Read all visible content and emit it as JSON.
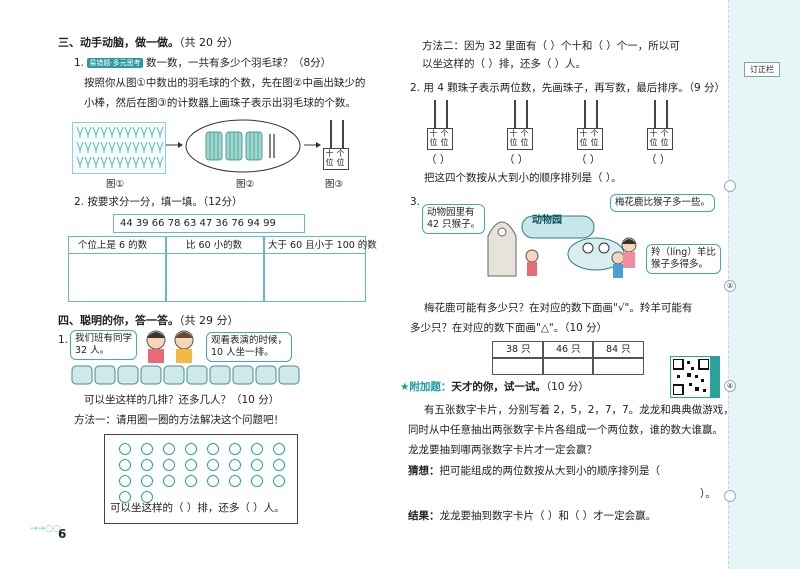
{
  "left": {
    "sec3_title": "三、动手动脑，做一做。",
    "sec3_score": "（共 20 分）",
    "q1_badge": "易错题·多元思考",
    "q1_num": "1.",
    "q1_text": "数一数，一共有多少个羽毛球？（8分）",
    "q1_desc1": "按照你从图①中数出的羽毛球的个数，先在图②中画出缺少的",
    "q1_desc2": "小棒，然后在图③的计数器上画珠子表示出羽毛球的个数。",
    "fig1": "图①",
    "fig2": "图②",
    "fig3": "图③",
    "abacus_tens": "十位",
    "abacus_ones": "个位",
    "q2_num": "2.",
    "q2_text": "按要求分一分，填一填。（12分）",
    "numbers": "44  39  66  78  63  47  36  76  94  99",
    "cat1": "个位上是 6 的数",
    "cat2": "比 60 小的数",
    "cat3": "大于 60 且小于 100 的数",
    "sec4_title": "四、聪明的你，答一答。",
    "sec4_score": "（共 29 分）",
    "q41_num": "1.",
    "bubble1a": "我们班有同学",
    "bubble1b": "32 人。",
    "bubble2a": "观看表演的时候，",
    "bubble2b": "10 人坐一排。",
    "q41_question": "可以坐这样的几排？还多几人？（10 分）",
    "method1": "方法一：请用圈一圈的方法解决这个问题吧！",
    "answer_line": "可以坐这样的（    ）排，还多（    ）人。",
    "page_number": "6"
  },
  "right": {
    "method2a": "方法二：因为 32 里面有（    ）个十和（    ）个一，所以可",
    "method2b": "以坐这样的（    ）排，还多（    ）人。",
    "q42_num": "2.",
    "q42_text": "用 4 颗珠子表示两位数，先画珠子，再写数，最后排序。（9 分）",
    "paren": "（        ）",
    "order_text": "把这四个数按从大到小的顺序排列是（                                    ）。",
    "q43_num": "3.",
    "bubble3a": "动物园里有",
    "bubble3b": "42 只猴子。",
    "sign": "动物园",
    "bubble4": "梅花鹿比猴子多一些。",
    "bubble5a": "羚（líng）羊比",
    "bubble5b": "猴子多得多。",
    "q43_q1": "梅花鹿可能有多少只？在对应的数下面画\"√\"。羚羊可能有",
    "q43_q2": "多少只？在对应的数下面画\"△\"。（10 分）",
    "table_vals": [
      "38 只",
      "46 只",
      "84 只"
    ],
    "bonus_star": "★",
    "bonus_label": "附加题：",
    "bonus_title": "天才的你，试一试。",
    "bonus_score": "（10 分）",
    "bonus1": "有五张数字卡片，分别写着 2，5，2，7，7。龙龙和典典做游戏，",
    "bonus2": "同时从中任意抽出两张数字卡片各组成一个两位数，谁的数大谁赢。",
    "bonus3": "龙龙要抽到哪两张数字卡片才一定会赢？",
    "guess_label": "猜想：",
    "guess_text": "把可能组成的两位数按从大到小的顺序排列是（",
    "guess_end": "）。",
    "result_label": "结果：",
    "result_text": "龙龙要抽到数字卡片（    ）和（    ）才一定会赢。"
  },
  "spine": {
    "tag": "订正栏",
    "dot2": "②",
    "dot4": "④"
  }
}
